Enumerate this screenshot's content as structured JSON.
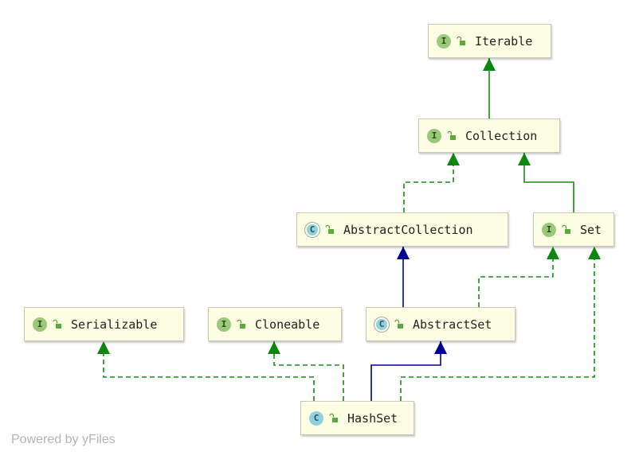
{
  "diagram": {
    "nodes": [
      {
        "id": "iterable",
        "label": "Iterable",
        "kind": "interface",
        "badge": "I"
      },
      {
        "id": "collection",
        "label": "Collection",
        "kind": "interface",
        "badge": "I"
      },
      {
        "id": "abstract-collection",
        "label": "AbstractCollection",
        "kind": "abstract-class",
        "badge": "C"
      },
      {
        "id": "set",
        "label": "Set",
        "kind": "interface",
        "badge": "I"
      },
      {
        "id": "serializable",
        "label": "Serializable",
        "kind": "interface",
        "badge": "I"
      },
      {
        "id": "cloneable",
        "label": "Cloneable",
        "kind": "interface",
        "badge": "I"
      },
      {
        "id": "abstract-set",
        "label": "AbstractSet",
        "kind": "abstract-class",
        "badge": "C"
      },
      {
        "id": "hash-set",
        "label": "HashSet",
        "kind": "class",
        "badge": "C"
      }
    ],
    "edges": [
      {
        "from": "collection",
        "to": "iterable",
        "type": "extends"
      },
      {
        "from": "abstract-collection",
        "to": "collection",
        "type": "implements"
      },
      {
        "from": "set",
        "to": "collection",
        "type": "extends"
      },
      {
        "from": "abstract-set",
        "to": "abstract-collection",
        "type": "extends"
      },
      {
        "from": "abstract-set",
        "to": "set",
        "type": "implements"
      },
      {
        "from": "hash-set",
        "to": "serializable",
        "type": "implements"
      },
      {
        "from": "hash-set",
        "to": "cloneable",
        "type": "implements"
      },
      {
        "from": "hash-set",
        "to": "abstract-set",
        "type": "extends"
      },
      {
        "from": "hash-set",
        "to": "set",
        "type": "implements"
      }
    ]
  },
  "colors": {
    "interface_edge": "#1a8a1a",
    "class_edge": "#00008b",
    "node_fill": "#fefee5",
    "interface_badge": "#9ac97a",
    "class_badge": "#8fd1dc",
    "lock_icon": "#5aab3a"
  },
  "icons": {
    "interface_badge": "interface-icon",
    "class_badge": "class-icon",
    "abstract_badge": "abstract-class-icon",
    "visibility": "public-lock-icon"
  },
  "watermark": "Powered by yFiles"
}
